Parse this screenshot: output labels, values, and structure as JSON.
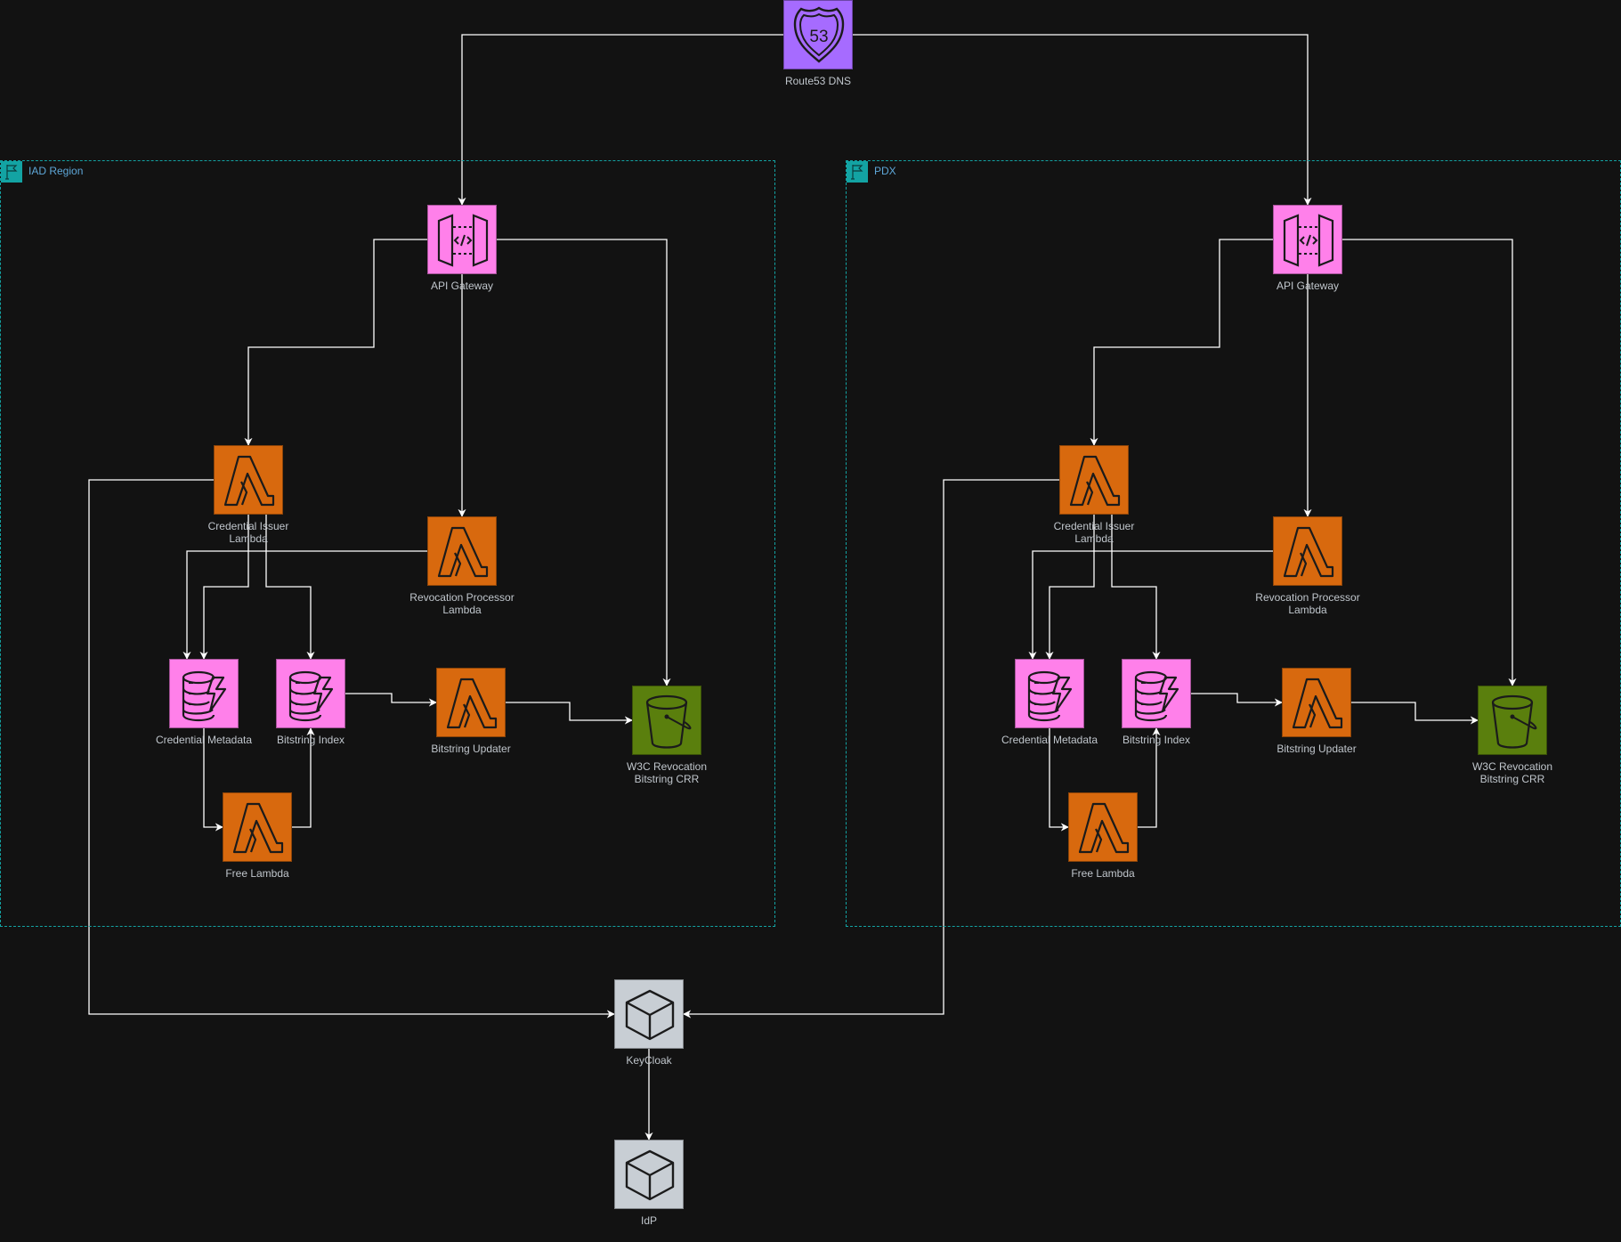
{
  "diagram": {
    "regions": [
      {
        "id": "iad",
        "label": "IAD Region",
        "icon": "region-flag-icon"
      },
      {
        "id": "pdx",
        "label": "PDX",
        "icon": "region-flag-icon"
      }
    ],
    "nodes": {
      "route53": {
        "label": "Route53 DNS",
        "icon": "route53-icon",
        "color": "#a66bff"
      },
      "iad_apigw": {
        "label": "API Gateway",
        "icon": "api-gateway-icon",
        "color": "#ff80ea"
      },
      "iad_cred_issuer": {
        "label": "Credential Issuer\nLambda",
        "icon": "lambda-icon",
        "color": "#d8690e"
      },
      "iad_revocation": {
        "label": "Revocation Processor\nLambda",
        "icon": "lambda-icon",
        "color": "#d8690e"
      },
      "iad_cred_meta": {
        "label": "Credential Metadata",
        "icon": "dynamodb-icon",
        "color": "#ff80ea"
      },
      "iad_bitstring_index": {
        "label": "Bitstring Index",
        "icon": "dynamodb-icon",
        "color": "#ff80ea"
      },
      "iad_bitstring_updater": {
        "label": "Bitstring Updater",
        "icon": "lambda-icon",
        "color": "#d8690e"
      },
      "iad_s3": {
        "label": "W3C Revocation\nBitstring CRR",
        "icon": "s3-bucket-icon",
        "color": "#5a7f0d"
      },
      "iad_free_lambda": {
        "label": "Free Lambda",
        "icon": "lambda-icon",
        "color": "#d8690e"
      },
      "pdx_apigw": {
        "label": "API Gateway",
        "icon": "api-gateway-icon",
        "color": "#ff80ea"
      },
      "pdx_cred_issuer": {
        "label": "Credential Issuer\nLambda",
        "icon": "lambda-icon",
        "color": "#d8690e"
      },
      "pdx_revocation": {
        "label": "Revocation Processor\nLambda",
        "icon": "lambda-icon",
        "color": "#d8690e"
      },
      "pdx_cred_meta": {
        "label": "Credential Metadata",
        "icon": "dynamodb-icon",
        "color": "#ff80ea"
      },
      "pdx_bitstring_index": {
        "label": "Bitstring Index",
        "icon": "dynamodb-icon",
        "color": "#ff80ea"
      },
      "pdx_bitstring_updater": {
        "label": "Bitstring Updater",
        "icon": "lambda-icon",
        "color": "#d8690e"
      },
      "pdx_s3": {
        "label": "W3C Revocation\nBitstring CRR",
        "icon": "s3-bucket-icon",
        "color": "#5a7f0d"
      },
      "pdx_free_lambda": {
        "label": "Free Lambda",
        "icon": "lambda-icon",
        "color": "#d8690e"
      },
      "keycloak": {
        "label": "KeyCloak",
        "icon": "generic-cube-icon",
        "color": "#c8ced4"
      },
      "idp": {
        "label": "IdP",
        "icon": "generic-cube-icon",
        "color": "#c8ced4"
      }
    },
    "edges": [
      {
        "from": "route53",
        "to": "iad_apigw"
      },
      {
        "from": "route53",
        "to": "pdx_apigw"
      },
      {
        "from": "iad_apigw",
        "to": "iad_cred_issuer"
      },
      {
        "from": "iad_apigw",
        "to": "iad_revocation"
      },
      {
        "from": "iad_apigw",
        "to": "iad_s3"
      },
      {
        "from": "iad_cred_issuer",
        "to": "iad_cred_meta"
      },
      {
        "from": "iad_cred_issuer",
        "to": "iad_bitstring_index"
      },
      {
        "from": "iad_cred_issuer",
        "to": "keycloak"
      },
      {
        "from": "iad_revocation",
        "to": "iad_cred_meta"
      },
      {
        "from": "iad_cred_meta",
        "to": "iad_free_lambda"
      },
      {
        "from": "iad_free_lambda",
        "to": "iad_bitstring_index"
      },
      {
        "from": "iad_bitstring_index",
        "to": "iad_bitstring_updater"
      },
      {
        "from": "iad_bitstring_updater",
        "to": "iad_s3"
      },
      {
        "from": "pdx_apigw",
        "to": "pdx_cred_issuer"
      },
      {
        "from": "pdx_apigw",
        "to": "pdx_revocation"
      },
      {
        "from": "pdx_apigw",
        "to": "pdx_s3"
      },
      {
        "from": "pdx_cred_issuer",
        "to": "pdx_cred_meta"
      },
      {
        "from": "pdx_cred_issuer",
        "to": "pdx_bitstring_index"
      },
      {
        "from": "pdx_cred_issuer",
        "to": "keycloak"
      },
      {
        "from": "pdx_revocation",
        "to": "pdx_cred_meta"
      },
      {
        "from": "pdx_cred_meta",
        "to": "pdx_free_lambda"
      },
      {
        "from": "pdx_free_lambda",
        "to": "pdx_bitstring_index"
      },
      {
        "from": "pdx_bitstring_index",
        "to": "pdx_bitstring_updater"
      },
      {
        "from": "pdx_bitstring_updater",
        "to": "pdx_s3"
      },
      {
        "from": "keycloak",
        "to": "idp"
      }
    ],
    "colors": {
      "background": "#121212",
      "edge": "#ffffff",
      "region_border": "#13a3a3",
      "region_label": "#5ea7d8",
      "node_label": "#c0c6cc"
    }
  }
}
